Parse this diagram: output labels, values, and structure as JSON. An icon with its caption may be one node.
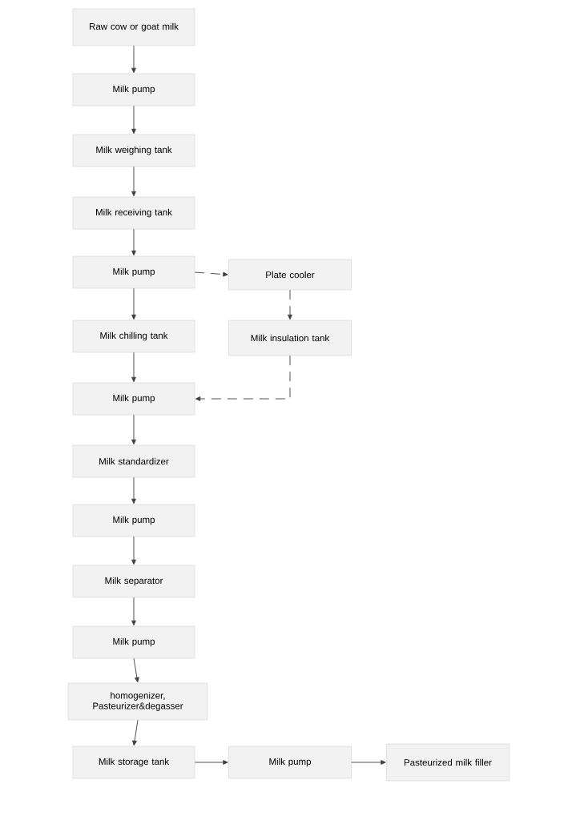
{
  "diagram": {
    "nodes": [
      {
        "text": [
          "Raw cow or goat milk"
        ]
      },
      {
        "text": [
          "Milk pump"
        ]
      },
      {
        "text": [
          "Milk weighing tank"
        ]
      },
      {
        "text": [
          "Milk receiving tank"
        ]
      },
      {
        "text": [
          "Milk pump"
        ]
      },
      {
        "text": [
          "Plate cooler"
        ]
      },
      {
        "text": [
          "Milk chilling tank"
        ]
      },
      {
        "text": [
          "Milk insulation tank"
        ]
      },
      {
        "text": [
          "Milk pump"
        ]
      },
      {
        "text": [
          "Milk standardizer"
        ]
      },
      {
        "text": [
          "Milk pump"
        ]
      },
      {
        "text": [
          "Milk separator"
        ]
      },
      {
        "text": [
          "Milk pump"
        ]
      },
      {
        "text": [
          "homogenizer, Pasteurizer&degasser"
        ]
      },
      {
        "text": [
          "Milk storage tank"
        ]
      },
      {
        "text": [
          "Milk pump"
        ]
      },
      {
        "text": [
          "Pasteurized milk filler"
        ]
      }
    ],
    "edges": [
      {
        "from": 0,
        "to": 1,
        "arrow": "to"
      },
      {
        "from": 1,
        "to": 2,
        "arrow": "to"
      },
      {
        "from": 2,
        "to": 3,
        "arrow": "to"
      },
      {
        "from": 3,
        "to": 4,
        "arrow": "to"
      },
      {
        "from": 4,
        "to": 5,
        "arrow": "to",
        "style": "dashed"
      },
      {
        "from": 4,
        "to": 6,
        "arrow": "to"
      },
      {
        "from": 5,
        "to": 7,
        "arrow": "to",
        "style": "dashed"
      },
      {
        "from": 6,
        "to": 8,
        "arrow": "to"
      },
      {
        "from": 7,
        "to": 8,
        "arrow": "to",
        "style": "dashed"
      },
      {
        "from": 8,
        "to": 9,
        "arrow": "to"
      },
      {
        "from": 9,
        "to": 10,
        "arrow": "to"
      },
      {
        "from": 10,
        "to": 11,
        "arrow": "to"
      },
      {
        "from": 11,
        "to": 12,
        "arrow": "to"
      },
      {
        "from": 12,
        "to": 13,
        "arrow": "to"
      },
      {
        "from": 13,
        "to": 14,
        "arrow": "to"
      },
      {
        "from": 14,
        "to": 15,
        "arrow": "to"
      },
      {
        "from": 15,
        "to": 16,
        "arrow": "to"
      }
    ]
  }
}
